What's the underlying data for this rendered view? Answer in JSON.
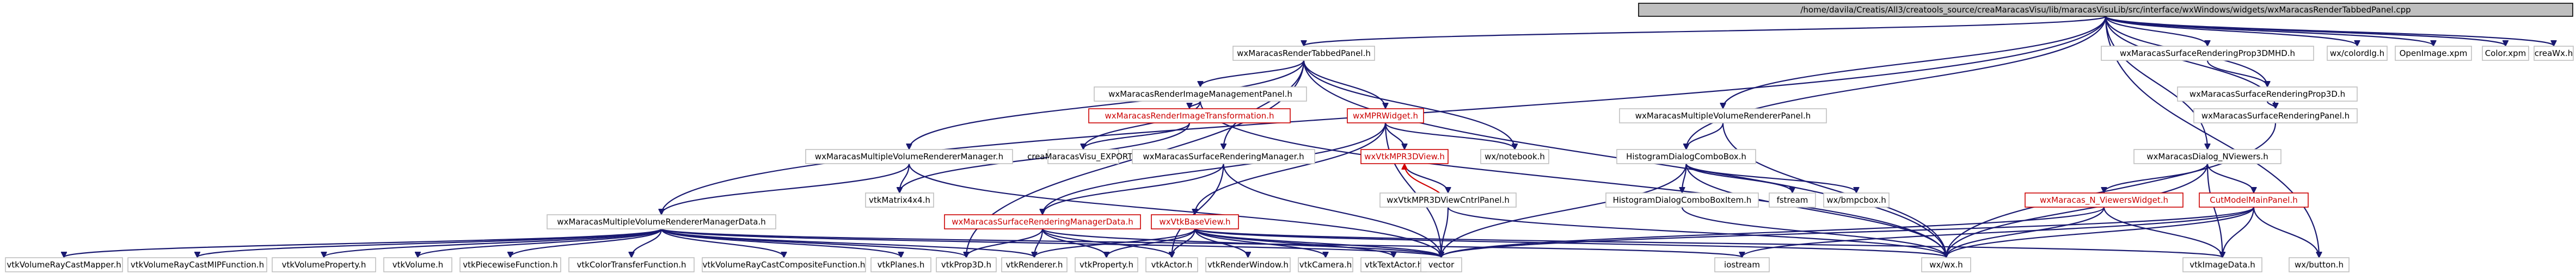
{
  "diagram": {
    "colors": {
      "edge": "#191970",
      "edge_cycle": "#d00000",
      "node_border": "#bfbfbf",
      "node_border_red": "#cc0000",
      "root_fill": "#bfbfbf",
      "root_border": "#000000"
    },
    "nodes": {
      "root": "/home/davila/Creatis/All3/creatools_source/creaMaracasVisu/lib/maracasVisuLib/src/interface/wxWindows/widgets/wxMaracasRenderTabbedPanel.cpp",
      "wxMaracasRenderTabbedPanel_h": "wxMaracasRenderTabbedPanel.h",
      "wxMaracasSurfaceRenderingProp3DMHD_h": "wxMaracasSurfaceRenderingProp3DMHD.h",
      "wxColorDlg_h": "wx/colordlg.h",
      "OpenImage_xpm": "OpenImage.xpm",
      "Color_xpm": "Color.xpm",
      "creaWx_h": "creaWx.h",
      "wxMaracasRenderImageManagementPanel_h": "wxMaracasRenderImageManagementPanel.h",
      "wxMaracasSurfaceRenderingProp3D_h": "wxMaracasSurfaceRenderingProp3D.h",
      "wxMaracasRenderImageTransformation_h": "wxMaracasRenderImageTransformation.h",
      "wxMPRWidget_h": "wxMPRWidget.h",
      "wxMaracasMultipleVolumeRendererPanel_h": "wxMaracasMultipleVolumeRendererPanel.h",
      "wxMaracasSurfaceRenderingPanel_h": "wxMaracasSurfaceRenderingPanel.h",
      "creaMaracasVisu_EXPORT_h": "creaMaracasVisu_EXPORT.h",
      "wxVtkMPR3DView_h": "wxVtkMPR3DView.h",
      "wxNotebook_h": "wx/notebook.h",
      "HistogramDialogComboBox_h": "HistogramDialogComboBox.h",
      "wxMaracasDialog_NViewers_h": "wxMaracasDialog_NViewers.h",
      "wxMaracasMultipleVolumeRendererManager_h": "wxMaracasMultipleVolumeRendererManager.h",
      "wxMaracasSurfaceRenderingManager_h": "wxMaracasSurfaceRenderingManager.h",
      "vtkMatrix4x4_h": "vtkMatrix4x4.h",
      "wxVtkMPR3DViewCntrlPanel_h": "wxVtkMPR3DViewCntrlPanel.h",
      "HistogramDialogComboBoxItem_h": "HistogramDialogComboBoxItem.h",
      "fstream": "fstream",
      "wxBmpcbox_h": "wx/bmpcbox.h",
      "wxMaracas_N_ViewersWidget_h": "wxMaracas_N_ViewersWidget.h",
      "CutModelMainPanel_h": "CutModelMainPanel.h",
      "wxMaracasMultipleVolumeRendererManagerData_h": "wxMaracasMultipleVolumeRendererManagerData.h",
      "wxMaracasSurfaceRenderingManagerData_h": "wxMaracasSurfaceRenderingManagerData.h",
      "wxVtkBaseView_h": "wxVtkBaseView.h",
      "vtkVolumeRayCastMapper_h": "vtkVolumeRayCastMapper.h",
      "vtkVolumeRayCastMIPFunction_h": "vtkVolumeRayCastMIPFunction.h",
      "vtkVolumeProperty_h": "vtkVolumeProperty.h",
      "vtkVolume_h": "vtkVolume.h",
      "vtkPiecewiseFunction_h": "vtkPiecewiseFunction.h",
      "vtkColorTransferFunction_h": "vtkColorTransferFunction.h",
      "vtkVolumeRayCastCompositeFunction_h": "vtkVolumeRayCastCompositeFunction.h",
      "vtkPlanes_h": "vtkPlanes.h",
      "vtkProp3D_h": "vtkProp3D.h",
      "vtkRenderer_h": "vtkRenderer.h",
      "vtkProperty_h": "vtkProperty.h",
      "vtkActor_h": "vtkActor.h",
      "vtkRenderWindow_h": "vtkRenderWindow.h",
      "vtkCamera_h": "vtkCamera.h",
      "vtkTextActor_h": "vtkTextActor.h",
      "vector": "vector",
      "iostream": "iostream",
      "wxWx_h": "wx/wx.h",
      "vtkImageData_h": "vtkImageData.h",
      "wxButton_h": "wx/button.h"
    }
  }
}
